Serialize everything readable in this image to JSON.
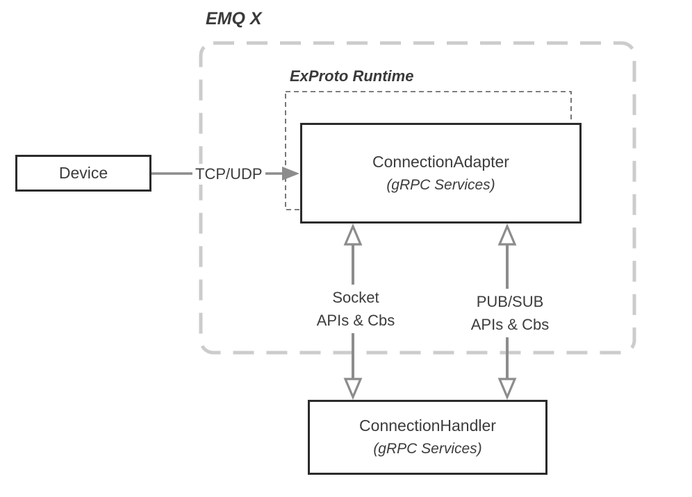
{
  "diagram": {
    "regions": {
      "emqx": {
        "label": "EMQ X"
      },
      "exproto": {
        "label": "ExProto Runtime"
      }
    },
    "nodes": {
      "device": {
        "label": "Device"
      },
      "connection_adapter": {
        "title": "ConnectionAdapter",
        "subtitle": "(gRPC Services)"
      },
      "connection_handler": {
        "title": "ConnectionHandler",
        "subtitle": "(gRPC Services)"
      }
    },
    "edges": {
      "tcp_udp": {
        "label": "TCP/UDP"
      },
      "socket": {
        "line1": "Socket",
        "line2": "APIs & Cbs"
      },
      "pubsub": {
        "line1": "PUB/SUB",
        "line2": "APIs & Cbs"
      }
    },
    "colors": {
      "box_border": "#2b2b2b",
      "text": "#3c3c3c",
      "arrow": "#8c8c8c",
      "outer_dashed_border": "#cccccc",
      "inner_dashed_border": "#555555",
      "background": "#ffffff"
    }
  }
}
